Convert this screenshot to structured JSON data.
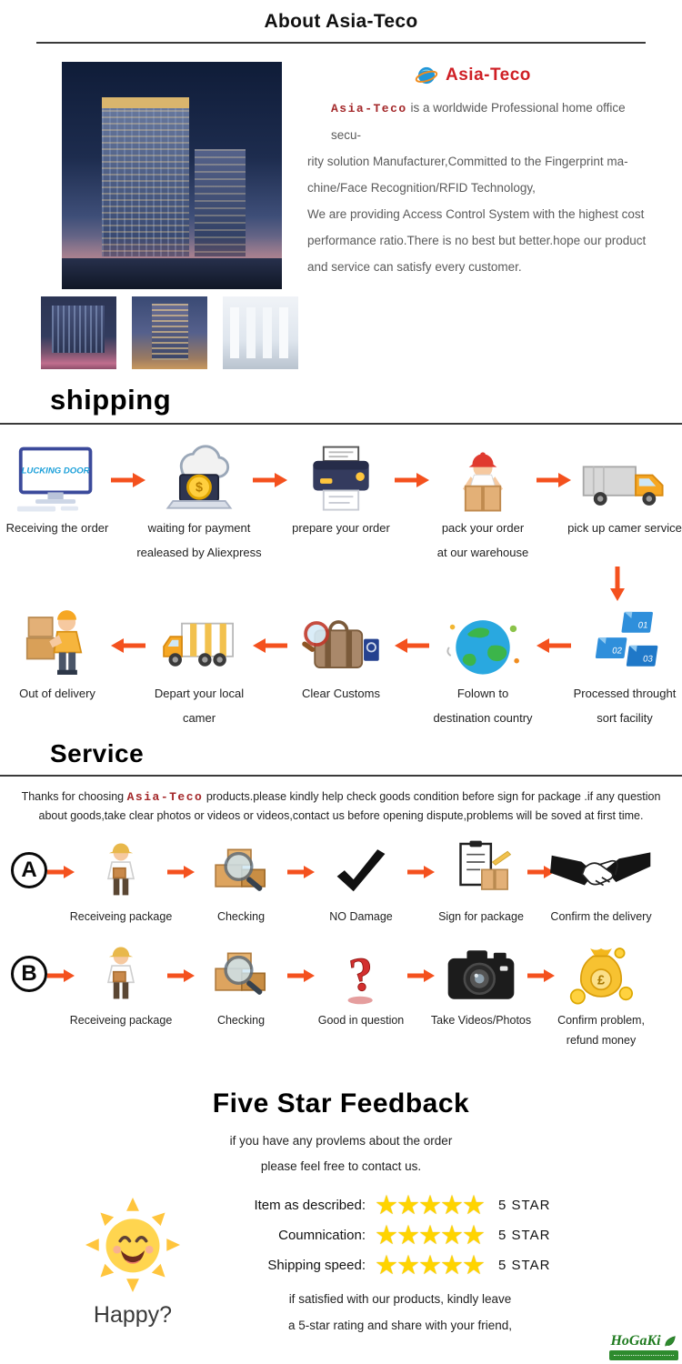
{
  "header": {
    "title": "About Asia-Teco"
  },
  "about": {
    "brand": "Asia-Teco",
    "line1_brand": "Asia-Teco",
    "line1_rest": " is a worldwide Professional home office secu-",
    "line2": "rity solution Manufacturer,Committed to the Fingerprint ma-",
    "line3": "chine/Face Recognition/RFID Technology,",
    "line4": "We are providing Access Control System with the highest cost",
    "line5": "performance ratio.There is no best but better.hope our product",
    "line6": "and service can satisfy every customer."
  },
  "shipping": {
    "title": "shipping",
    "row1": [
      {
        "icon": "order-monitor-icon",
        "line1": "Receiving the order",
        "line2": ""
      },
      {
        "icon": "cloud-payment-icon",
        "line1": "waiting for payment",
        "line2": "realeased by Aliexpress"
      },
      {
        "icon": "printer-icon",
        "line1": "prepare your order",
        "line2": ""
      },
      {
        "icon": "packing-worker-icon",
        "line1": "pack your order",
        "line2": "at our warehouse"
      },
      {
        "icon": "pickup-truck-icon",
        "line1": "pick up camer service",
        "line2": ""
      }
    ],
    "row2": [
      {
        "icon": "delivery-man-icon",
        "line1": "Out of delivery",
        "line2": ""
      },
      {
        "icon": "local-truck-icon",
        "line1": "Depart your local",
        "line2": "camer"
      },
      {
        "icon": "customs-suitcase-icon",
        "line1": "Clear Customs",
        "line2": ""
      },
      {
        "icon": "globe-icon",
        "line1": "Folown to",
        "line2": "destination country"
      },
      {
        "icon": "sort-cards-icon",
        "line1": "Processed throught",
        "line2": "sort facility"
      }
    ]
  },
  "service": {
    "title": "Service",
    "note_before": "Thanks for choosing",
    "note_brand": "Asia-Teco",
    "note_after": "products.please kindly help check goods condition before sign for package .if any question about goods,take clear photos or videos or videos,contact us before opening dispute,problems will be soved at first time.",
    "flow_a_label": "A",
    "flow_a": [
      {
        "icon": "courier-icon",
        "line1": "Receiveing package"
      },
      {
        "icon": "checking-magnifier-icon",
        "line1": "Checking"
      },
      {
        "icon": "check-mark-icon",
        "line1": "NO Damage"
      },
      {
        "icon": "sign-package-icon",
        "line1": "Sign for package"
      },
      {
        "icon": "handshake-icon",
        "line1": "Confirm the delivery"
      }
    ],
    "flow_b_label": "B",
    "flow_b": [
      {
        "icon": "courier-icon",
        "line1": "Receiveing package"
      },
      {
        "icon": "checking-magnifier-icon",
        "line1": "Checking"
      },
      {
        "icon": "question-mark-icon",
        "line1": "Good in question"
      },
      {
        "icon": "camera-icon",
        "line1": "Take Videos/Photos"
      },
      {
        "icon": "money-bag-icon",
        "line1": "Confirm problem,",
        "line2": "refund money"
      }
    ]
  },
  "feedback": {
    "title": "Five Star Feedback",
    "intro1": "if you have any provlems about the order",
    "intro2": "please feel free to contact us.",
    "happy_label": "Happy?",
    "stars": "★★★★★",
    "ratings": [
      {
        "label": "Item as described:",
        "value": "5 STAR"
      },
      {
        "label": "Coumnication:",
        "value": "5 STAR"
      },
      {
        "label": "Shipping speed:",
        "value": "5 STAR"
      }
    ],
    "outro1": "if satisfied with our products, kindly leave",
    "outro2": "a 5-star rating and share with your friend,"
  },
  "icons": {
    "monitor_text": "LUCKING DOOR",
    "dollar": "$",
    "pound": "£",
    "question": "?",
    "cards": [
      "01",
      "02",
      "03"
    ]
  },
  "watermark": {
    "name": "HoGaKi"
  },
  "colors": {
    "arrow_orange": "#f4511e",
    "brand_red": "#cf1f25",
    "star_gold": "#ffd400"
  }
}
